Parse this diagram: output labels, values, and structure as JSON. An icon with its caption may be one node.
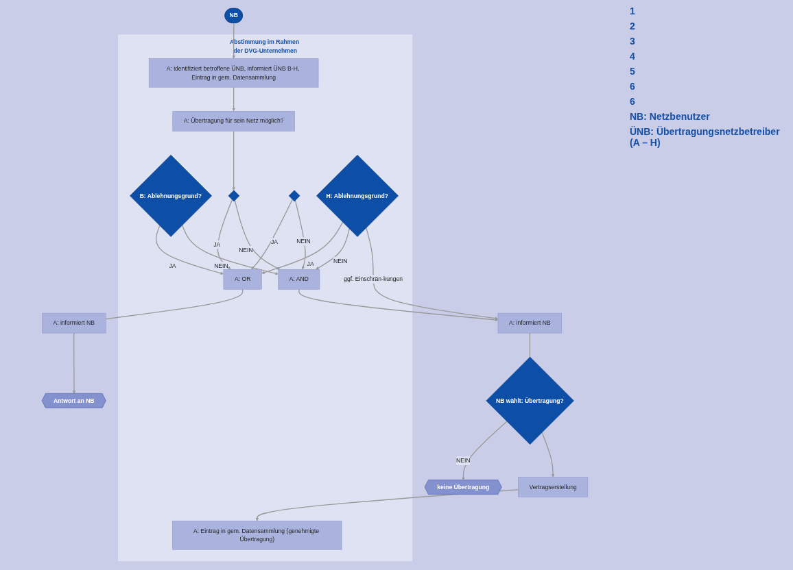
{
  "diagram": {
    "nodes": [
      {
        "text": [
          "Abstimmung im Rahmen der DVG-Unternehmen"
        ]
      },
      {
        "text": [
          "NB"
        ]
      },
      {
        "text": [
          "A: identifiziert betroffene ÜNB, informiert ÜNB B-H, Eintrag in gem. Datensammlung"
        ],
        "in": 0
      },
      {
        "text": [
          "A: Übertragung für sein Netz möglich?"
        ],
        "in": 0
      },
      {
        "text": [
          "B: Ablehnungsgrund?"
        ],
        "in": 0
      },
      {
        "text": [],
        "shape": "diamond",
        "in": 0
      },
      {
        "text": [],
        "shape": "diamond",
        "in": 0
      },
      {
        "text": [
          "H: Ablehnungsgrund?"
        ],
        "in": 0
      },
      {
        "text": [
          "A: OR"
        ],
        "in": 0
      },
      {
        "text": [
          "A: informiert NB"
        ]
      },
      {
        "text": [
          "Antwort an NB"
        ]
      },
      {
        "text": [
          "A: AND"
        ],
        "in": 0
      },
      {
        "text": [
          "A: informiert NB"
        ]
      },
      {
        "text": [
          "NB wählt: Übertragung?"
        ]
      },
      {
        "text": [
          "keine Übertragung"
        ]
      },
      {
        "text": [
          "Vertragserstellung"
        ]
      },
      {
        "text": [
          "A: Eintrag in gem. Datensammlung (genehmigte Übertragung)"
        ],
        "in": 0
      }
    ],
    "edges": [
      {
        "from": 1,
        "to": 2,
        "arrow": "to"
      },
      {
        "from": 2,
        "to": 3,
        "arrow": "to"
      },
      {
        "from": 3,
        "to": 5,
        "arrow": "to"
      },
      {
        "from": 4,
        "to": 8,
        "arrow": "to",
        "label": "JA"
      },
      {
        "from": 5,
        "to": 8,
        "arrow": "to",
        "label": "JA"
      },
      {
        "from": 6,
        "to": 8,
        "arrow": "to",
        "label": "JA"
      },
      {
        "from": 7,
        "to": 8,
        "arrow": "to",
        "label": "JA"
      },
      {
        "from": 4,
        "to": 11,
        "arrow": "to",
        "label": "NEIN"
      },
      {
        "from": 5,
        "to": 11,
        "arrow": "to",
        "label": "NEIN"
      },
      {
        "from": 6,
        "to": 11,
        "arrow": "to",
        "label": "NEIN"
      },
      {
        "from": 7,
        "to": 11,
        "arrow": "to",
        "label": "NEIN"
      },
      {
        "from": 8,
        "to": 9,
        "arrow": "none"
      },
      {
        "from": 9,
        "to": 10,
        "arrow": "to"
      },
      {
        "from": 7,
        "to": 12,
        "arrow": "to",
        "label": "ggf. Einschrän-kungen"
      },
      {
        "from": 11,
        "to": 12,
        "arrow": "to"
      },
      {
        "from": 12,
        "to": 13,
        "arrow": "none"
      },
      {
        "from": 13,
        "to": 14,
        "arrow": "to",
        "label": "NEIN"
      },
      {
        "from": 13,
        "to": 15,
        "arrow": "to"
      },
      {
        "from": 15,
        "to": 16,
        "arrow": "to"
      }
    ],
    "labels": [
      "1",
      "2",
      "3",
      "4",
      "5",
      "6",
      "6",
      "NB: Netzbenutzer",
      "ÜNB: Übertragungsnetzbetreiber (A – H)"
    ]
  }
}
